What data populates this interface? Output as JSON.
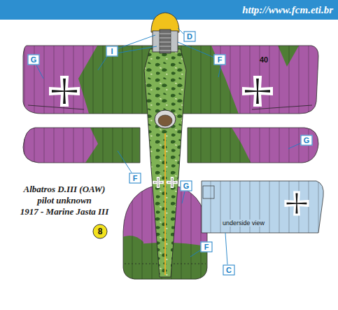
{
  "diagram": {
    "labels": [
      "http://www.fcm.eti.br",
      "D",
      "I",
      "G",
      "F",
      "40",
      "G",
      "F",
      "Albatros D.III (OAW)",
      "pilot unknown",
      "1917 - Marine Jasta III",
      "8",
      "G",
      "F",
      "C",
      "underside view"
    ]
  }
}
